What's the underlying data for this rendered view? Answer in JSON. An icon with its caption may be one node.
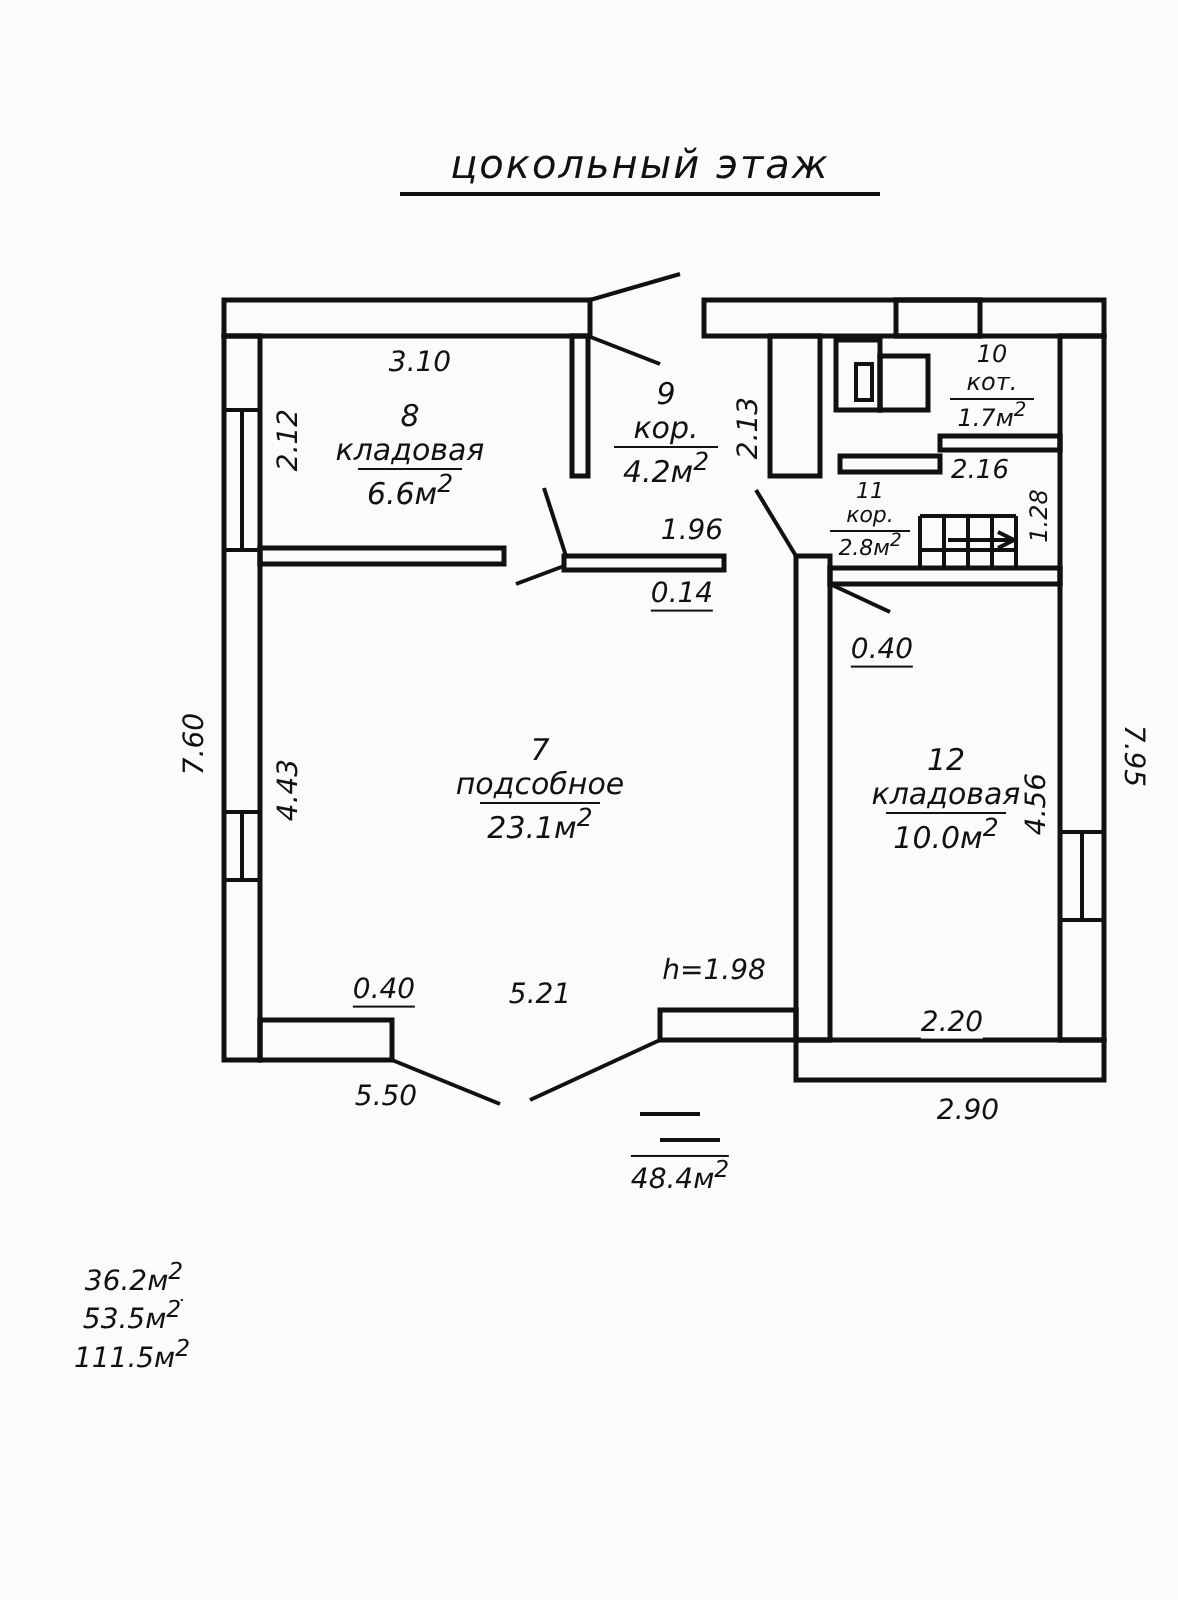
{
  "diagram": {
    "title": "цокольный этаж",
    "nodes": [
      {
        "text": [
          "8",
          "кладовая",
          "6.6м$^{2}$"
        ]
      },
      {
        "text": [
          "9",
          "кор.",
          "4.2м$^{2}$"
        ]
      },
      {
        "text": [
          "10",
          "кот.",
          "1.7м$^{2}$"
        ]
      },
      {
        "text": [
          "11",
          "кор.",
          "2.8м$^{2}$"
        ]
      },
      {
        "text": [
          "7",
          "подсобное",
          "23.1м$^{2}$"
        ]
      },
      {
        "text": [
          "12",
          "кладовая",
          "10.0м$^{2}$"
        ]
      }
    ],
    "labels": [
      "3.10",
      "2.12",
      "2.13",
      "2.16",
      "1.28",
      "1.96",
      "0.14",
      "7.60",
      "0.40",
      "4.43",
      "4.56",
      "7.95",
      "0.40",
      "5.21",
      "h=1.98",
      "2.20",
      "5.50",
      "2.90",
      "48.4м$^{2}$",
      "36.2м$^{2}$",
      "53.5м$^{2}$",
      "111.5м$^{2}$"
    ]
  }
}
